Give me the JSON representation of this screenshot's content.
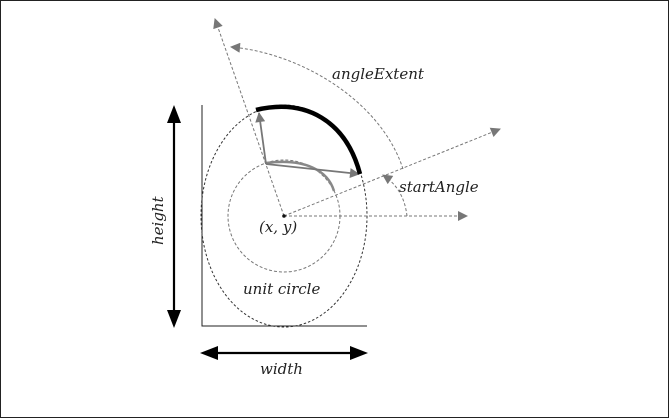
{
  "diagram": {
    "labels": {
      "angle_extent": "angleExtent",
      "start_angle": "startAngle",
      "center": "(x, y)",
      "unit_circle": "unit circle",
      "height": "height",
      "width": "width"
    },
    "colors": {
      "arc_highlight": "#000000",
      "inner_arc": "#888888",
      "arrow_gray": "#777777",
      "frame": "#222222",
      "text": "#222222"
    }
  }
}
